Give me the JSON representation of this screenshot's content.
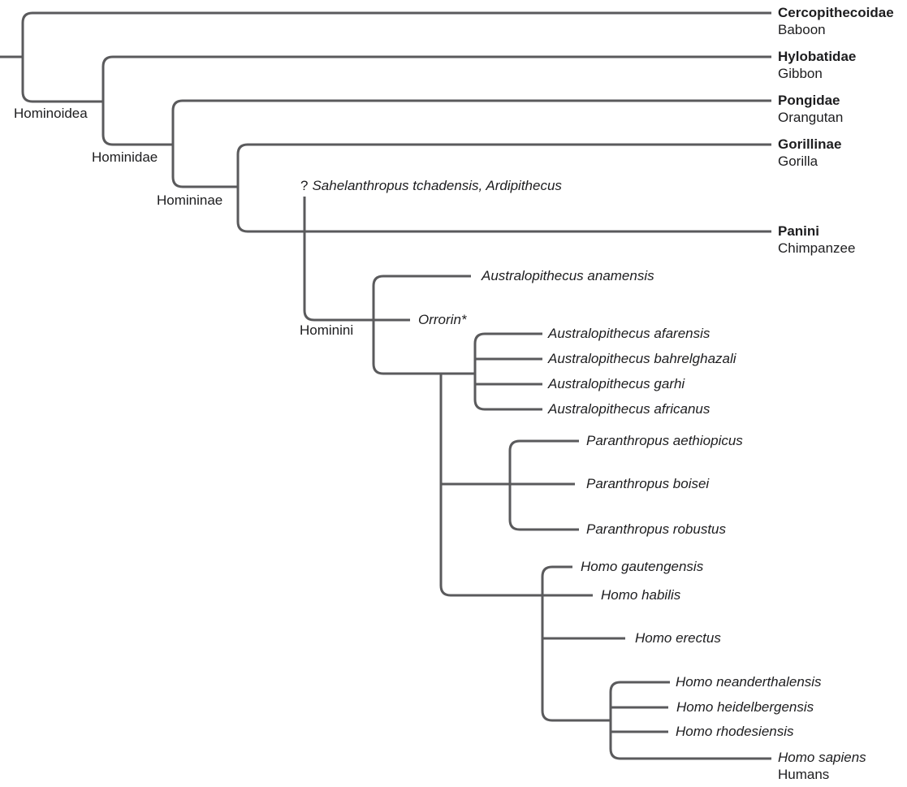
{
  "colors": {
    "line": "#5a5a5c",
    "text": "#1d1d1f"
  },
  "tips": [
    {
      "name": "Cercopithecoidae",
      "common": "Baboon"
    },
    {
      "name": "Hylobatidae",
      "common": "Gibbon"
    },
    {
      "name": "Pongidae",
      "common": "Orangutan"
    },
    {
      "name": "Gorillinae",
      "common": "Gorilla"
    },
    {
      "name": "Panini",
      "common": "Chimpanzee"
    },
    {
      "name": "Homo sapiens",
      "common": "Humans"
    }
  ],
  "clades": [
    {
      "label": "Hominoidea"
    },
    {
      "label": "Hominidae"
    },
    {
      "label": "Homininae"
    },
    {
      "label": "Hominini"
    }
  ],
  "species": [
    {
      "prefix": "?",
      "name": "Sahelanthropus tchadensis, Ardipithecus"
    },
    {
      "name": "Orrorin*"
    },
    {
      "name": "Australopithecus anamensis"
    },
    {
      "name": "Australopithecus afarensis"
    },
    {
      "name": "Australopithecus bahrelghazali"
    },
    {
      "name": "Australopithecus garhi"
    },
    {
      "name": "Australopithecus africanus"
    },
    {
      "name": "Paranthropus aethiopicus"
    },
    {
      "name": "Paranthropus boisei"
    },
    {
      "name": "Paranthropus robustus"
    },
    {
      "name": "Homo gautengensis"
    },
    {
      "name": "Homo habilis"
    },
    {
      "name": "Homo erectus"
    },
    {
      "name": "Homo neanderthalensis"
    },
    {
      "name": "Homo heidelbergensis"
    },
    {
      "name": "Homo rhodesiensis"
    }
  ]
}
